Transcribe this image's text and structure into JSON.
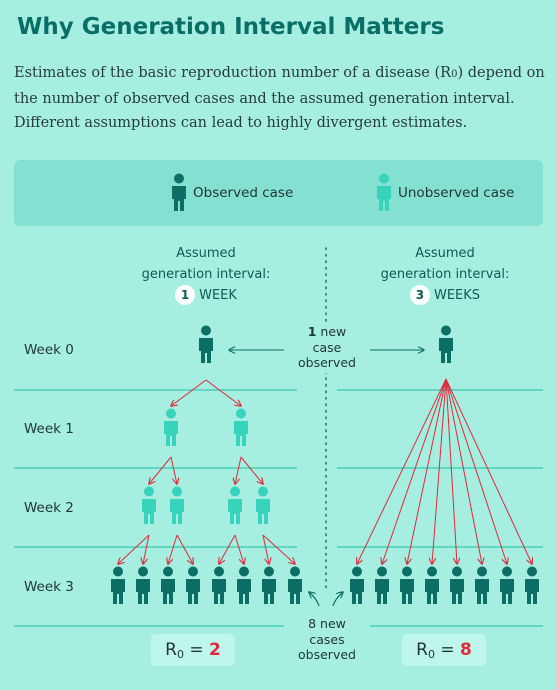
{
  "title": "Why Generation Interval Matters",
  "subtitle": {
    "before": "Estimates of the basic reproduction number of a disease (R",
    "sub": "0",
    "after": ") depend on the number of observed cases and the assumed generation interval. Different assumptions can lead to highly divergent estimates."
  },
  "legend": {
    "observed": "Observed case",
    "unobserved": "Unobserved case"
  },
  "colors": {
    "background": "#a6eee0",
    "observed": "#0c6e64",
    "unobserved": "#38d3bd",
    "arrow": "#e02a3c",
    "title": "#0a6e68"
  },
  "left_column": {
    "heading_line1": "Assumed",
    "heading_line2": "generation interval:",
    "interval_number": "1",
    "interval_unit": "WEEK",
    "r0_symbol": "R",
    "r0_sub": "0",
    "r0_eq": " = ",
    "r0_value": "2"
  },
  "right_column": {
    "heading_line1": "Assumed",
    "heading_line2": "generation interval:",
    "interval_number": "3",
    "interval_unit": "WEEKS",
    "r0_symbol": "R",
    "r0_sub": "0",
    "r0_eq": " = ",
    "r0_value": "8"
  },
  "weeks": [
    "Week 0",
    "Week 1",
    "Week 2",
    "Week 3"
  ],
  "notes": {
    "top_num": "1",
    "top_word": "new",
    "top_line2": "case",
    "top_line3": "observed",
    "bottom_line1": "8 new",
    "bottom_line2": "cases",
    "bottom_line3": "observed"
  },
  "diagram": {
    "left": {
      "week0": "observed",
      "week1": [
        "unobserved",
        "unobserved"
      ],
      "week2": [
        "unobserved",
        "unobserved",
        "unobserved",
        "unobserved"
      ],
      "week3": [
        "observed",
        "observed",
        "observed",
        "observed",
        "observed",
        "observed",
        "observed",
        "observed"
      ]
    },
    "right": {
      "week0": "observed",
      "week3": [
        "observed",
        "observed",
        "observed",
        "observed",
        "observed",
        "observed",
        "observed",
        "observed"
      ]
    }
  }
}
